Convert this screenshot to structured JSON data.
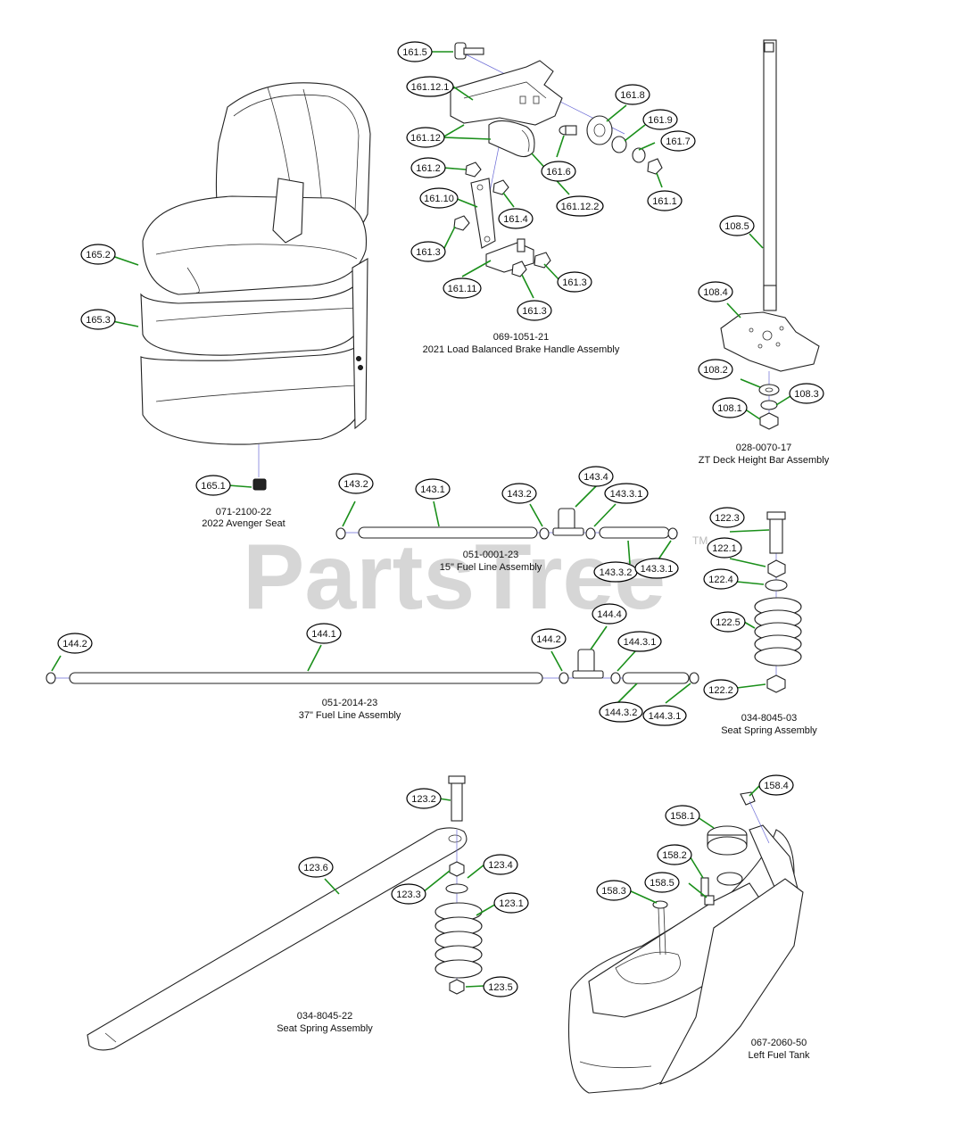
{
  "watermark": {
    "text": "PartsTree",
    "tm": "TM"
  },
  "colors": {
    "leader": "#1a8f1a",
    "guide": "#6a6ad6",
    "line": "#222222"
  },
  "assemblies": {
    "seat": {
      "part_no": "071-2100-22",
      "name": "2022 Avenger Seat"
    },
    "brake": {
      "part_no": "069-1051-21",
      "name": "2021 Load Balanced Brake Handle Assembly"
    },
    "deck_bar": {
      "part_no": "028-0070-17",
      "name": "ZT Deck Height Bar Assembly"
    },
    "fuel15": {
      "part_no": "051-0001-23",
      "name": "15\" Fuel Line Assembly"
    },
    "fuel37": {
      "part_no": "051-2014-23",
      "name": "37\" Fuel Line Assembly"
    },
    "spring03": {
      "part_no": "034-8045-03",
      "name": "Seat Spring Assembly"
    },
    "spring22": {
      "part_no": "034-8045-22",
      "name": "Seat Spring Assembly"
    },
    "tank": {
      "part_no": "067-2060-50",
      "name": "Left Fuel Tank"
    }
  },
  "callouts": [
    "161.5",
    "161.12.1",
    "161.12",
    "161.8",
    "161.9",
    "161.7",
    "161.2",
    "161.6",
    "161.1",
    "161.10",
    "161.4",
    "161.12.2",
    "161.3",
    "161.3",
    "161.11",
    "161.3",
    "108.5",
    "108.4",
    "108.2",
    "108.3",
    "108.1",
    "165.2",
    "165.3",
    "165.1",
    "143.2",
    "143.1",
    "143.2",
    "143.4",
    "143.3.1",
    "143.3.2",
    "143.3.1",
    "122.3",
    "122.1",
    "122.4",
    "122.5",
    "122.2",
    "144.2",
    "144.1",
    "144.2",
    "144.4",
    "144.3.1",
    "144.3.2",
    "144.3.1",
    "123.2",
    "123.6",
    "123.4",
    "123.3",
    "123.1",
    "123.5",
    "158.4",
    "158.1",
    "158.2",
    "158.5",
    "158.3"
  ]
}
